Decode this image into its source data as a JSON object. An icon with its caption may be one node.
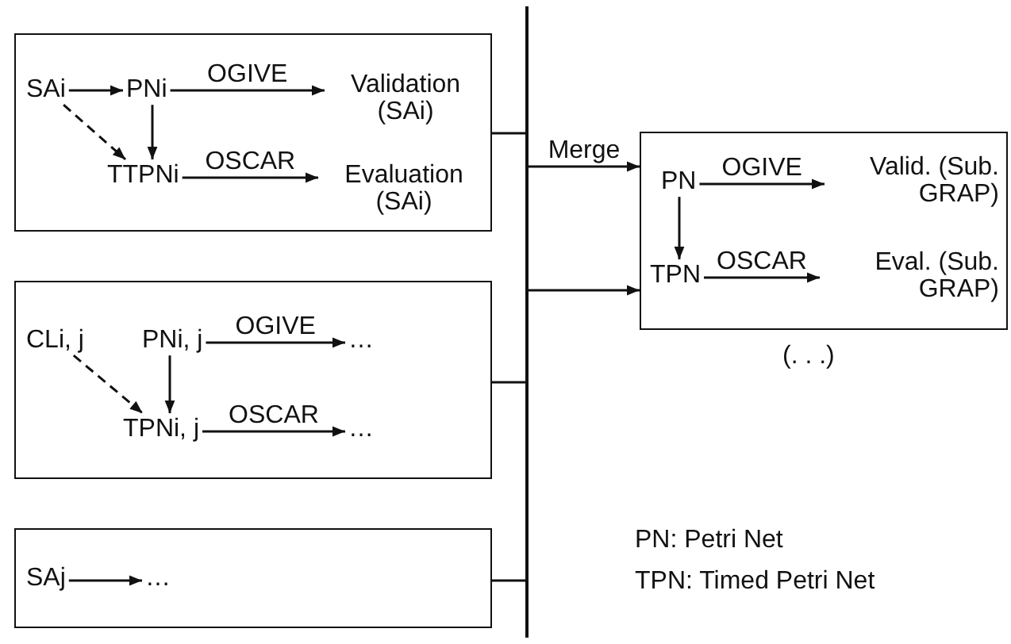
{
  "diagram": {
    "nodes": [
      {
        "text": [],
        "shape": "box"
      },
      {
        "text": [
          "SAi"
        ],
        "in": 0
      },
      {
        "text": [
          "PNi"
        ],
        "in": 0
      },
      {
        "text": [
          "TTPNi"
        ],
        "in": 0
      },
      {
        "text": [
          "Validation (SAi)"
        ],
        "in": 0
      },
      {
        "text": [
          "Evaluation (SAi)"
        ],
        "in": 0
      },
      {
        "text": [],
        "shape": "box"
      },
      {
        "text": [
          "CLi, j"
        ],
        "in": 6
      },
      {
        "text": [
          "PNi, j"
        ],
        "in": 6
      },
      {
        "text": [
          "TPNi, j"
        ],
        "in": 6
      },
      {
        "text": [
          "…"
        ],
        "in": 6
      },
      {
        "text": [
          "…"
        ],
        "in": 6
      },
      {
        "text": [],
        "shape": "box"
      },
      {
        "text": [
          "SAj"
        ],
        "in": 12
      },
      {
        "text": [
          "…"
        ],
        "in": 12
      },
      {
        "text": [],
        "shape": "bar"
      },
      {
        "text": [],
        "shape": "box",
        "beside": [
          "(. . .)"
        ]
      },
      {
        "text": [
          "PN"
        ],
        "in": 16
      },
      {
        "text": [
          "TPN"
        ],
        "in": 16
      },
      {
        "text": [
          "Valid. (Sub. GRAP)"
        ],
        "in": 16
      },
      {
        "text": [
          "Eval. (Sub. GRAP)"
        ],
        "in": 16
      }
    ],
    "edges": [
      {
        "from": 1,
        "to": 2,
        "arrow": "to"
      },
      {
        "from": 1,
        "to": 3,
        "arrow": "to",
        "style": "dashed"
      },
      {
        "from": 2,
        "to": 3,
        "arrow": "to"
      },
      {
        "from": 2,
        "to": 4,
        "arrow": "to",
        "label": "OGIVE"
      },
      {
        "from": 3,
        "to": 5,
        "arrow": "to",
        "label": "OSCAR"
      },
      {
        "from": 7,
        "to": 9,
        "arrow": "to",
        "style": "dashed"
      },
      {
        "from": 8,
        "to": 9,
        "arrow": "to"
      },
      {
        "from": 8,
        "to": 10,
        "arrow": "to",
        "label": "OGIVE"
      },
      {
        "from": 9,
        "to": 11,
        "arrow": "to",
        "label": "OSCAR"
      },
      {
        "from": 13,
        "to": 14,
        "arrow": "to"
      },
      {
        "from": 0,
        "to": 15,
        "arrow": "none"
      },
      {
        "from": 6,
        "to": 15,
        "arrow": "none"
      },
      {
        "from": 12,
        "to": 15,
        "arrow": "none"
      },
      {
        "from": 15,
        "to": 16,
        "arrow": "to",
        "label": "Merge"
      },
      {
        "from": 15,
        "to": 16,
        "arrow": "to"
      },
      {
        "from": 17,
        "to": 18,
        "arrow": "to"
      },
      {
        "from": 17,
        "to": 19,
        "arrow": "to",
        "label": "OGIVE"
      },
      {
        "from": 18,
        "to": 20,
        "arrow": "to",
        "label": "OSCAR"
      }
    ],
    "labels": [
      "PN: Petri Net",
      "TPN: Timed Petri Net"
    ]
  }
}
